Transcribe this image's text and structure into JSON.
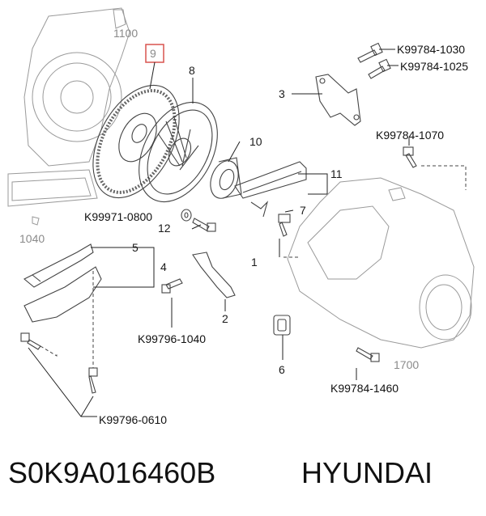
{
  "diagram": {
    "labels": {
      "l1100": "1100",
      "l9": "9",
      "l8": "8",
      "l3": "3",
      "l10": "10",
      "l11": "11",
      "l7": "7",
      "l1": "1",
      "l12": "12",
      "l5": "5",
      "l4": "4",
      "l2": "2",
      "l6": "6",
      "l1040": "1040",
      "l1700": "1700"
    },
    "codes": {
      "k1030": "K99784-1030",
      "k1025": "K99784-1025",
      "k1070": "K99784-1070",
      "k0800": "K99971-0800",
      "k1040": "K99796-1040",
      "k1460": "K99784-1460",
      "k0610": "K99796-0610"
    }
  },
  "caption": {
    "part_number": "S0K9A016460B",
    "brand": "HYUNDAI"
  },
  "highlight_color": "#d9534f"
}
